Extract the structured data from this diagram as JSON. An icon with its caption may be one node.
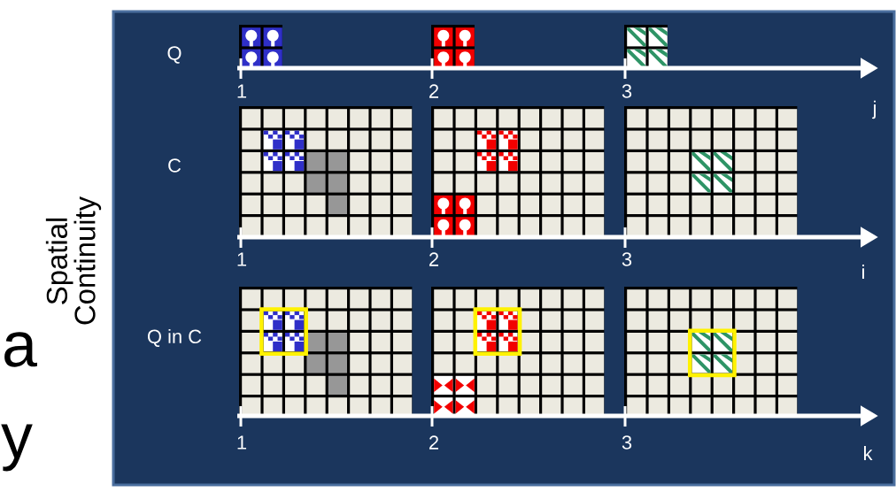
{
  "diagram": {
    "labels": [
      "Q",
      "1",
      "2",
      "3",
      "j",
      "C",
      "1",
      "2",
      "3",
      "i",
      "Q in C",
      "1",
      "2",
      "3",
      "k",
      "Spatial Continuity",
      "a",
      "y"
    ]
  }
}
